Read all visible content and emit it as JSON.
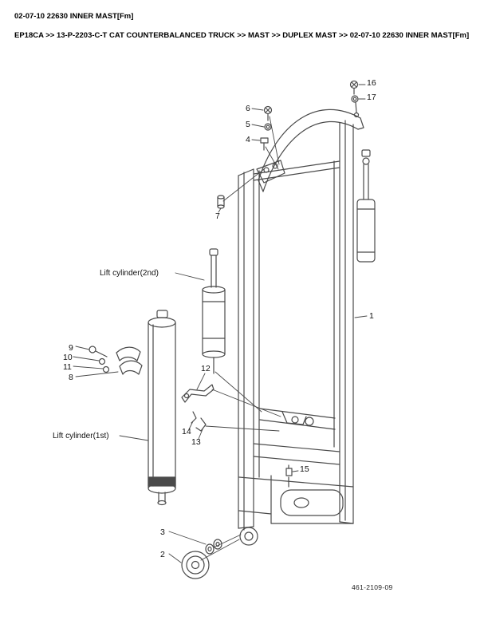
{
  "page": {
    "title": "02-07-10 22630 INNER MAST[Fm]",
    "breadcrumb": "EP18CA >> 13-P-2203-C-T CAT COUNTERBALANCED TRUCK >> MAST >> DUPLEX MAST >> 02-07-10 22630 INNER MAST[Fm]",
    "figure_number": "461-2109-09"
  },
  "diagram": {
    "type": "exploded-parts-diagram",
    "labels": {
      "lift_cylinder_2nd": "Lift cylinder(2nd)",
      "lift_cylinder_1st": "Lift cylinder(1st)"
    },
    "callouts": [
      "16",
      "17",
      "6",
      "5",
      "4",
      "7",
      "1",
      "9",
      "10",
      "11",
      "8",
      "12",
      "14",
      "13",
      "15",
      "3",
      "2"
    ]
  },
  "colors": {
    "background": "#ffffff",
    "line": "#4a4a4a",
    "text": "#000000"
  }
}
